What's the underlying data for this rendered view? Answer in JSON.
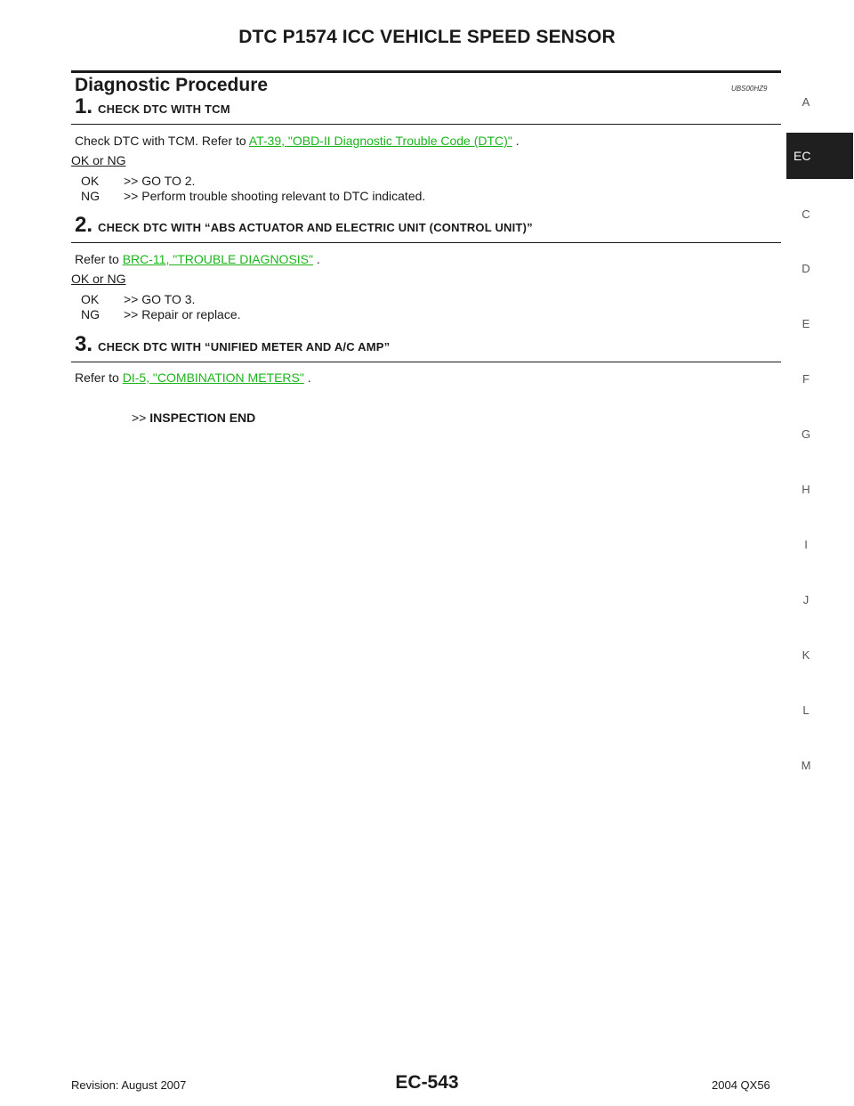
{
  "header": {
    "title": "DTC P1574 ICC VEHICLE SPEED SENSOR"
  },
  "section": {
    "heading": "Diagnostic Procedure",
    "code": "UBS00HZ9"
  },
  "steps": [
    {
      "number": "1.",
      "title": "CHECK DTC WITH TCM",
      "text_prefix": "Check DTC with TCM. Refer to ",
      "link": "AT-39, \"OBD-II Diagnostic Trouble Code (DTC)\"",
      "text_suffix": " .",
      "ok_ng_label": "OK or NG",
      "ok": {
        "label": "OK",
        "text": ">> GO TO 2."
      },
      "ng": {
        "label": "NG",
        "text": ">> Perform trouble shooting relevant to DTC indicated."
      }
    },
    {
      "number": "2.",
      "title": "CHECK DTC WITH “ABS ACTUATOR AND ELECTRIC UNIT (CONTROL UNIT)”",
      "text_prefix": "Refer to ",
      "link": "BRC-11, \"TROUBLE DIAGNOSIS\"",
      "text_suffix": " .",
      "ok_ng_label": "OK or NG",
      "ok": {
        "label": "OK",
        "text": ">> GO TO 3."
      },
      "ng": {
        "label": "NG",
        "text": ">> Repair or replace."
      }
    },
    {
      "number": "3.",
      "title": "CHECK DTC WITH “UNIFIED METER AND A/C AMP”",
      "text_prefix": "Refer to ",
      "link": "DI-5, \"COMBINATION METERS\"",
      "text_suffix": " .",
      "end_arrow": ">>",
      "end_text": "INSPECTION END"
    }
  ],
  "side_index": {
    "letters": [
      "A",
      "C",
      "D",
      "E",
      "F",
      "G",
      "H",
      "I",
      "J",
      "K",
      "L",
      "M"
    ],
    "active": "EC"
  },
  "footer": {
    "revision": "Revision: August 2007",
    "page": "EC-543",
    "model": "2004 QX56"
  },
  "colors": {
    "link": "#1bb51b",
    "text": "#1a1a1a",
    "active_tab": "#1f1f1f"
  }
}
